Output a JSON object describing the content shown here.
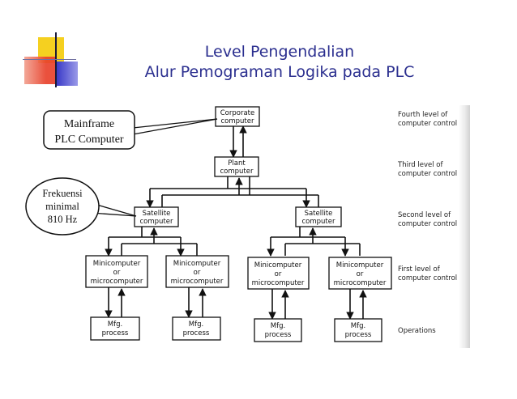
{
  "title": {
    "line1": "Level Pengendalian",
    "line2": "Alur Pemograman Logika pada PLC"
  },
  "nodes": {
    "corporate": [
      "Corporate",
      "computer"
    ],
    "plant": [
      "Plant",
      "computer"
    ],
    "satellite_left": [
      "Satellite",
      "computer"
    ],
    "satellite_right": [
      "Satellite",
      "computer"
    ],
    "mini_1": [
      "Minicomputer",
      "or",
      "microcomputer"
    ],
    "mini_2": [
      "Minicomputer",
      "or",
      "microcomputer"
    ],
    "mini_3": [
      "Minicomputer",
      "or",
      "microcomputer"
    ],
    "mini_4": [
      "Minicomputer",
      "or",
      "microcomputer"
    ],
    "mfg_1": [
      "Mfg.",
      "process"
    ],
    "mfg_2": [
      "Mfg.",
      "process"
    ],
    "mfg_3": [
      "Mfg.",
      "process"
    ],
    "mfg_4": [
      "Mfg.",
      "process"
    ]
  },
  "levels": {
    "fourth": [
      "Fourth level of",
      "computer control"
    ],
    "third": [
      "Third level of",
      "computer control"
    ],
    "second": [
      "Second level of",
      "computer control"
    ],
    "first": [
      "First level of",
      "computer control"
    ],
    "operations": [
      "Operations"
    ]
  },
  "callouts": {
    "mainframe": [
      "Mainframe",
      "PLC Computer"
    ],
    "frequency": [
      "Frekuensi",
      "minimal",
      "810 Hz"
    ]
  },
  "colors": {
    "title": "#2b2f8f",
    "deco_yellow": "#f5d020",
    "deco_red": "#e8422c",
    "deco_blue": "#3a3ac8"
  }
}
